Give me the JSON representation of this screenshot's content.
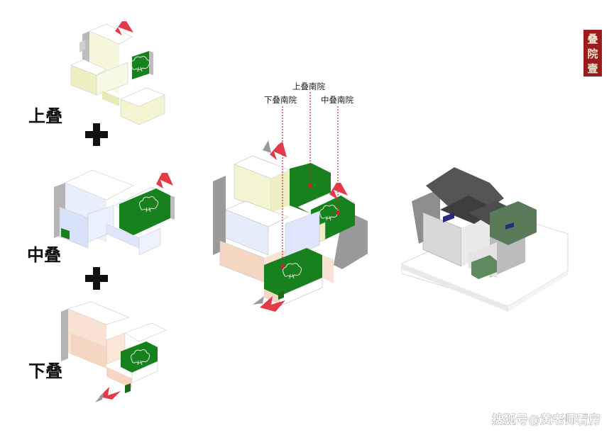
{
  "seal": {
    "chars": [
      "叠",
      "院",
      "壹"
    ],
    "color": "#9b1c1c"
  },
  "stack_labels": {
    "upper": "上叠",
    "middle": "中叠",
    "lower": "下叠"
  },
  "plus_sign": "+",
  "courtyard_labels": {
    "upper_south": "上叠南院",
    "lower_south": "下叠南院",
    "middle_south": "中叠南院"
  },
  "watermark": "搜狐号@黄老师看房",
  "colors": {
    "upper_mass": "#f1f3c9",
    "middle_mass": "#dfe6fb",
    "lower_mass": "#f7dccb",
    "garden": "#17821d",
    "arrow": "#e23a48",
    "shadow": "#9a9a9a",
    "leader": "#c8262f"
  },
  "icons": [
    "entry-arrow-icon",
    "plus-icon",
    "tree-icon"
  ]
}
